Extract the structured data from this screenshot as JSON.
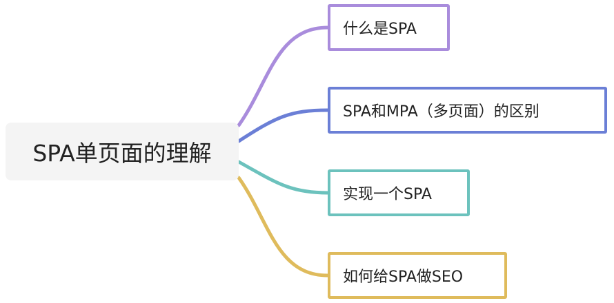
{
  "root": {
    "label": "SPA单页面的理解"
  },
  "branches": [
    {
      "label": "什么是SPA",
      "color": "#a98cdc"
    },
    {
      "label": "SPA和MPA（多页面）的区别",
      "color": "#6b7fd6"
    },
    {
      "label": "实现一个SPA",
      "color": "#6cc2bd"
    },
    {
      "label": "如何给SPA做SEO",
      "color": "#dfbb5c"
    }
  ]
}
